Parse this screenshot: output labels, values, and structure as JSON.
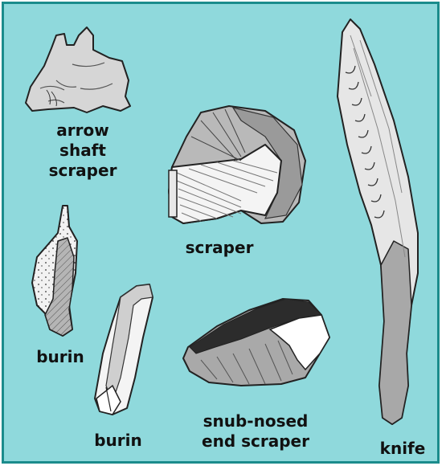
{
  "labels": {
    "arrow_shaft_scraper": "arrow shaft\nscraper",
    "scraper": "scraper",
    "burin_left": "burin",
    "burin_bottom": "burin",
    "snub_nosed_end_scraper": "snub-nosed\nend scraper",
    "knife": "knife"
  },
  "colors": {
    "background": "#8fd9dc",
    "border": "#1b8c8c",
    "stone_light": "#d9d9d9",
    "stone_mid": "#a8a8a8",
    "stone_white": "#f7f7f7",
    "outline": "#222222"
  },
  "icons": [
    "arrow-shaft-scraper-drawing",
    "scraper-drawing",
    "burin-drawing",
    "burin-drawing-2",
    "snub-nosed-end-scraper-drawing",
    "knife-drawing"
  ]
}
